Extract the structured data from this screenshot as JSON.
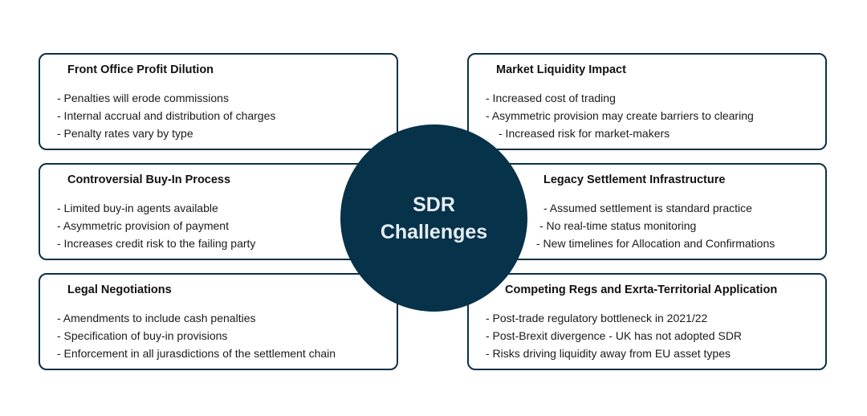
{
  "center": {
    "line1": "SDR",
    "line2": "Challenges"
  },
  "boxes": {
    "front_office": {
      "title": "Front Office Profit Dilution",
      "items": [
        "- Penalties will erode commissions",
        "- Internal accrual and distribution of charges",
        "- Penalty rates vary by type"
      ]
    },
    "buy_in": {
      "title": "Controversial Buy-In Process",
      "items": [
        "- Limited buy-in agents available",
        "- Asymmetric provision of payment",
        "- Increases credit risk to the failing party"
      ]
    },
    "legal": {
      "title": "Legal Negotiations",
      "items": [
        "- Amendments to include cash penalties",
        "- Specification of buy-in provisions",
        "- Enforcement in all jurasdictions of the settlement chain"
      ]
    },
    "liquidity": {
      "title": "Market Liquidity Impact",
      "items": [
        "- Increased cost of trading",
        "- Asymmetric provision may create barriers to clearing",
        "- Increased risk for market-makers"
      ]
    },
    "legacy": {
      "title": "Legacy Settlement Infrastructure",
      "items": [
        "- Assumed settlement is standard practice",
        "- No real-time status monitoring",
        "- New timelines for Allocation and Confirmations"
      ]
    },
    "regs": {
      "title": "Competing Regs and Exrta-Territorial Application",
      "items": [
        "- Post-trade regulatory bottleneck in 2021/22",
        "- Post-Brexit divergence - UK has not adopted SDR",
        "- Risks driving liquidity away from EU asset types"
      ]
    }
  }
}
